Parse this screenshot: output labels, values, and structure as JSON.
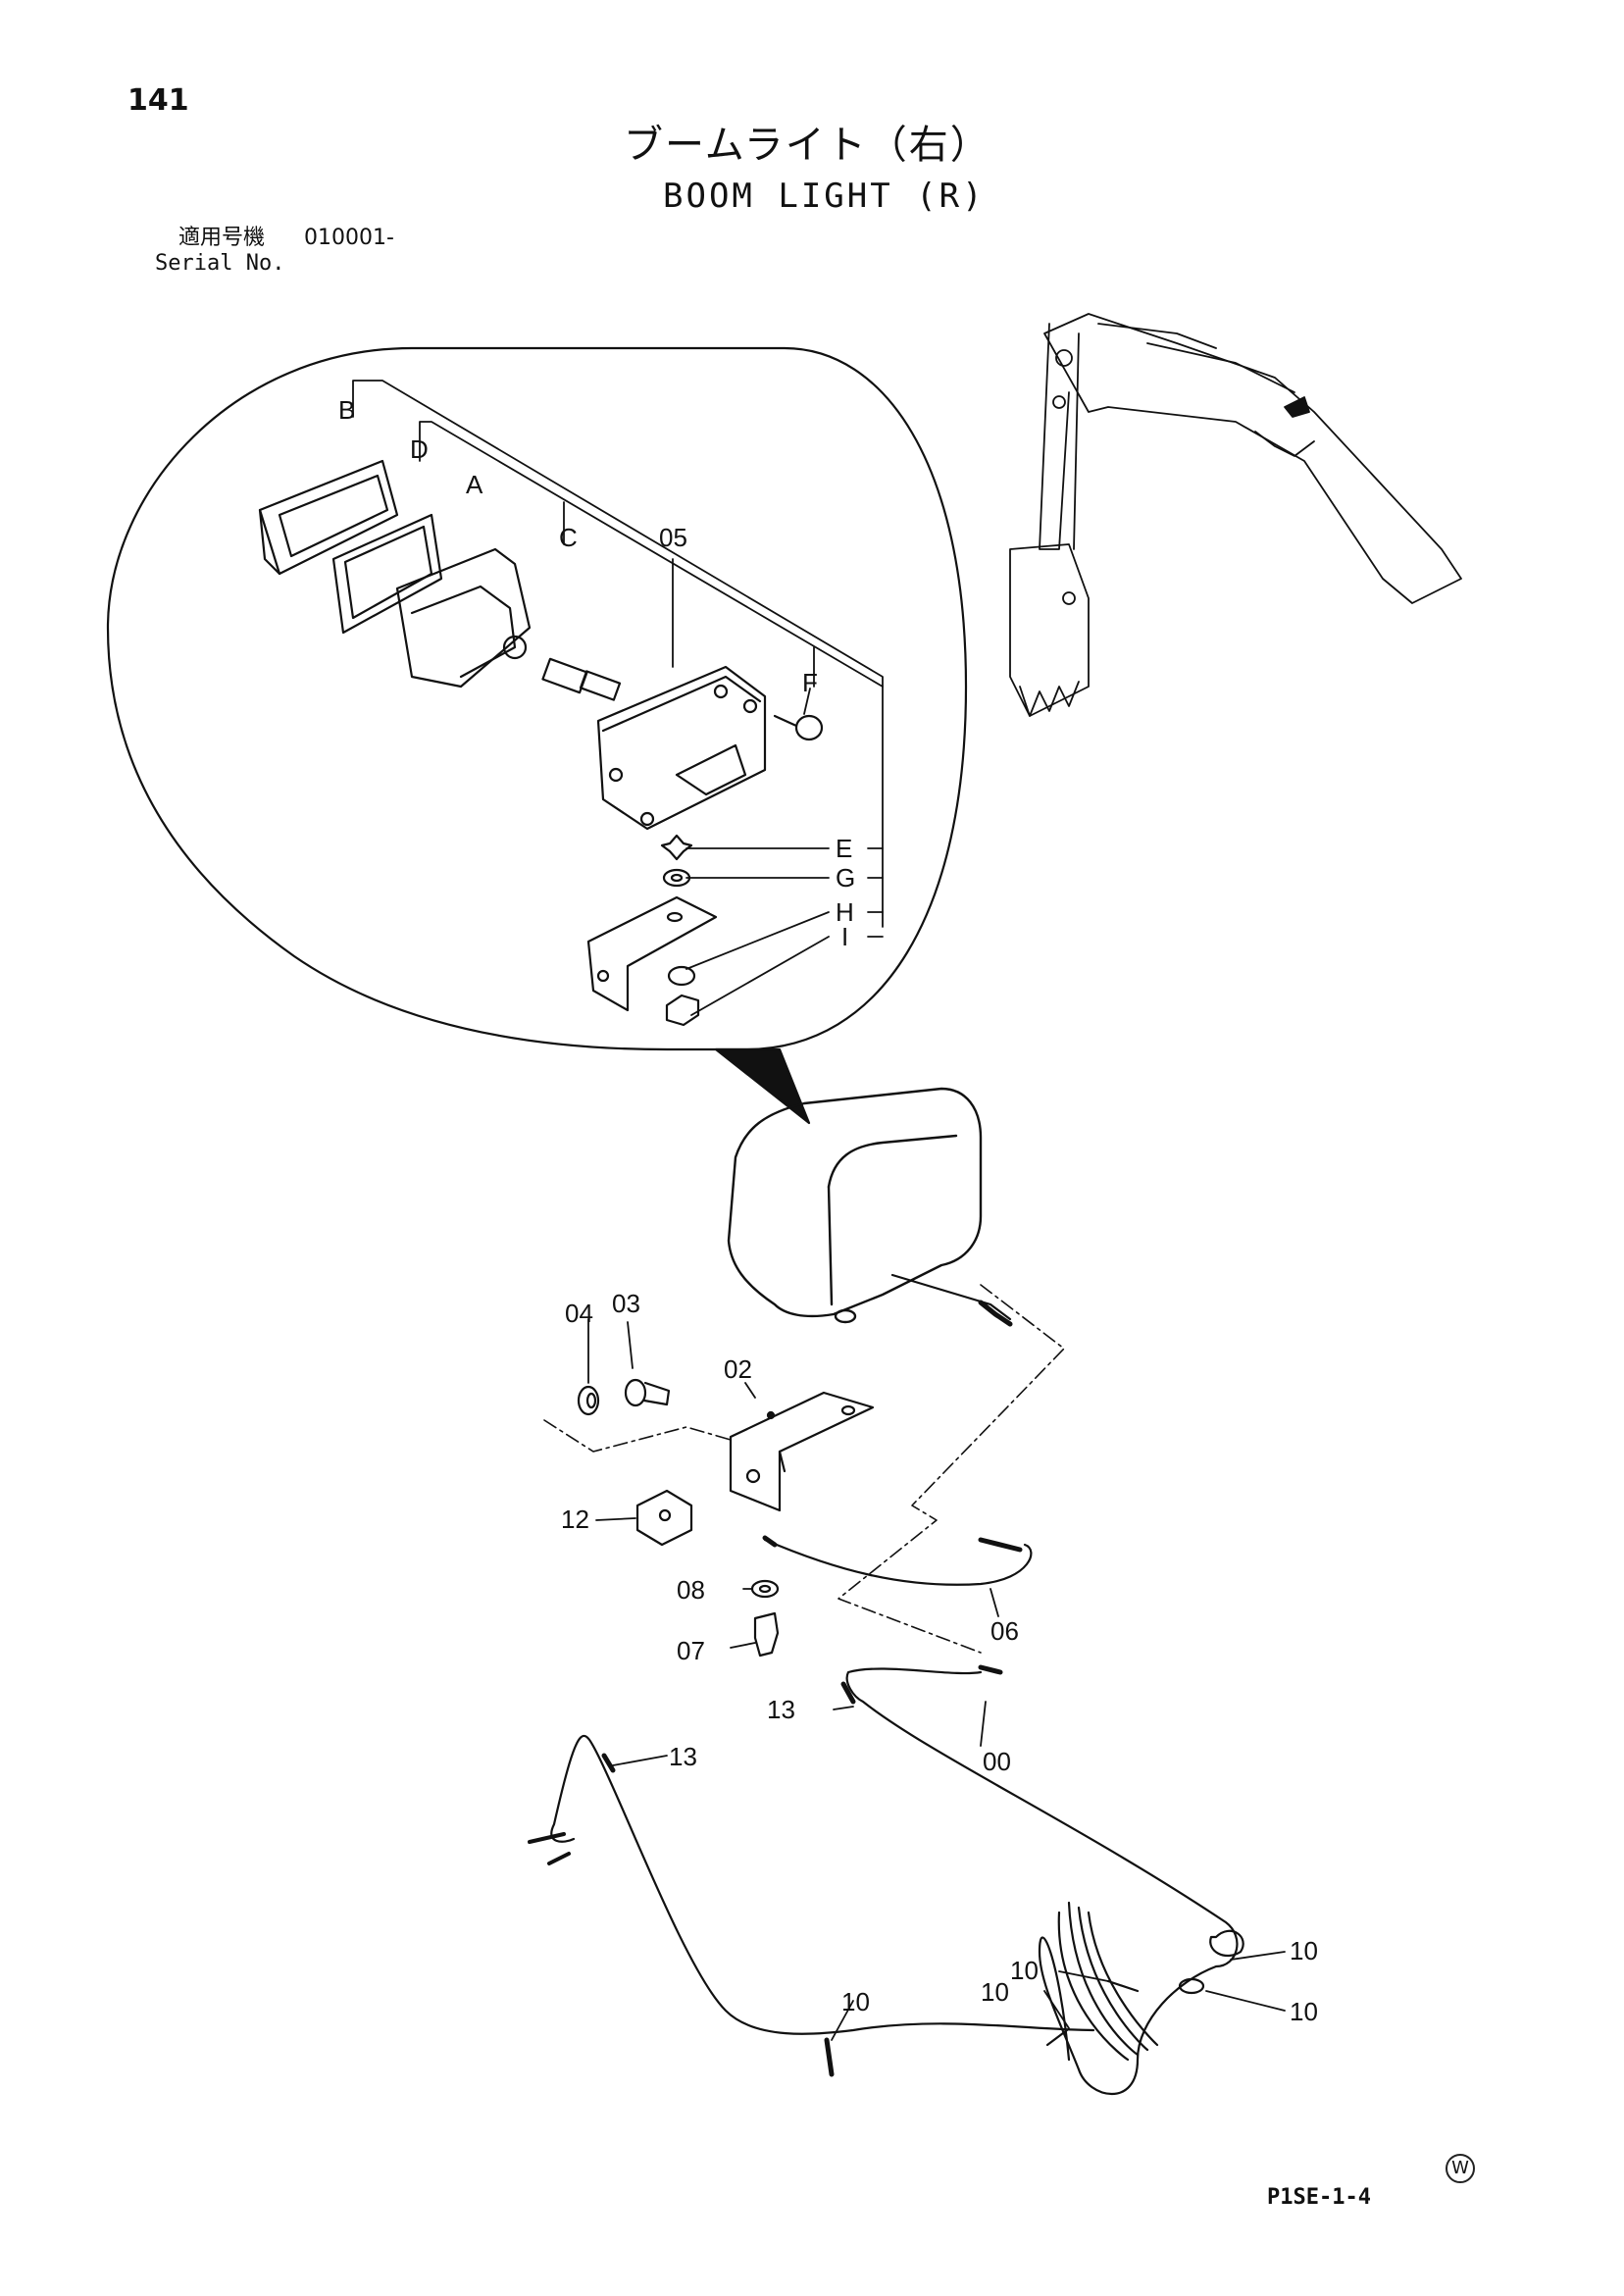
{
  "header": {
    "page_number": "141",
    "title_jp": "ブームライト（右）",
    "title_en": "BOOM LIGHT (R)",
    "serial_label_jp": "適用号機",
    "serial_range": "010001-",
    "serial_label_en": "Serial No."
  },
  "callouts": {
    "B": "B",
    "D": "D",
    "A": "A",
    "C": "C",
    "F": "F",
    "E": "E",
    "G": "G",
    "H": "H",
    "I": "I",
    "p05": "05",
    "p04": "04",
    "p03": "03",
    "p02": "02",
    "p12": "12",
    "p08": "08",
    "p07": "07",
    "p06": "06",
    "p13": "13",
    "p00": "00",
    "p10": "10"
  },
  "footer": {
    "mark": "W",
    "doc_code": "P1SE-1-4"
  }
}
